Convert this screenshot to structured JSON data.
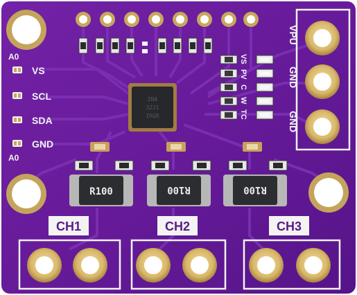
{
  "board": {
    "colors": {
      "pcb": "#6a1c9e",
      "pcb_dark": "#4e1178",
      "trace": "#7a2ab0",
      "silkscreen": "#f3f3f3",
      "gold": "#d9b86a",
      "gold_dark": "#a5823f",
      "chip": "#26282b",
      "resistor_body": "#2b2d30",
      "resistor_label": "#e9e9e9"
    },
    "pin_labels": {
      "a0_top": "A0",
      "vs": "VS",
      "scl": "SCL",
      "sda": "SDA",
      "gnd": "GND",
      "a0_bottom": "A0"
    },
    "power_labels": [
      "VPU",
      "GND",
      "GND"
    ],
    "led_labels": [
      "VS",
      "PV",
      "C",
      "W",
      "TC"
    ],
    "chip_marking": [
      "INA",
      "3221",
      "IRGR"
    ],
    "shunts": [
      {
        "label": "R100",
        "channel": "CH1"
      },
      {
        "label": "R100",
        "channel": "CH2"
      },
      {
        "label": "R100",
        "channel": "CH3"
      }
    ]
  }
}
